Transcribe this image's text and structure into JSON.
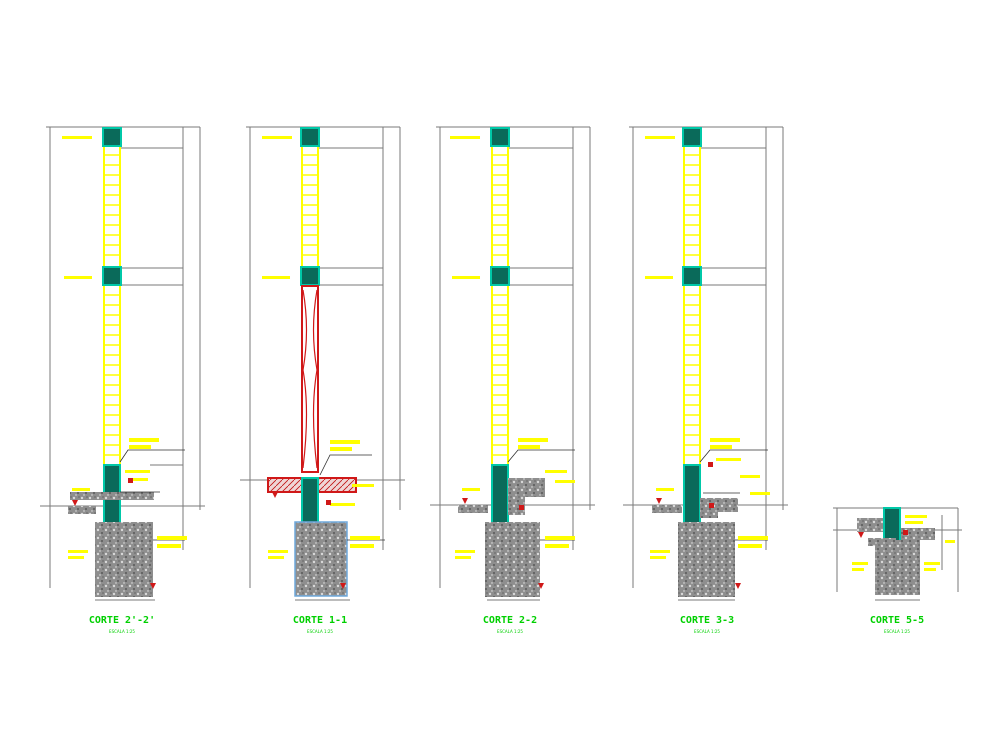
{
  "colors": {
    "background": "#ffffff",
    "dimension": "#7a7a7a",
    "masonry": "#ffff00",
    "column": "#00c8a8",
    "beam": "#d01818",
    "concrete": "#9a9a9a",
    "title": "#00d000",
    "leader": "#303030"
  },
  "sections": [
    {
      "title": "CORTE 2'-2'",
      "subtitle": "ESCALA 1:25"
    },
    {
      "title": "CORTE 1-1",
      "subtitle": "ESCALA 1:25"
    },
    {
      "title": "CORTE 2-2",
      "subtitle": "ESCALA 1:25"
    },
    {
      "title": "CORTE 3-3",
      "subtitle": "ESCALA 1:25"
    },
    {
      "title": "CORTE 5-5",
      "subtitle": "ESCALA 1:25"
    }
  ]
}
